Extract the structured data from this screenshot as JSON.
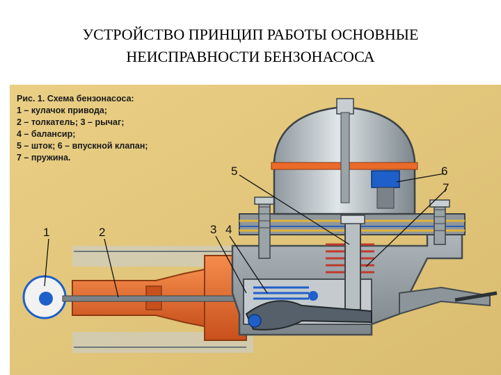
{
  "title": {
    "line1": "УСТРОЙСТВО ПРИНЦИП РАБОТЫ ОСНОВНЫЕ",
    "line2": "НЕИСПРАВНОСТИ БЕНЗОНАСОСА"
  },
  "figure": {
    "caption_lines": [
      "Рис. 1. Схема бензонасоса:",
      "1 – кулачок привода;",
      "2 – толкатель; 3 – рычаг;",
      "4 – балансир;",
      "5 – шток; 6 – впускной клапан;",
      "7 – пружина."
    ],
    "callouts": [
      "1",
      "2",
      "3",
      "4",
      "5",
      "6",
      "7"
    ]
  },
  "colors": {
    "background": "#ffffff",
    "diagram_bg": "#e3c77c",
    "body_grey": "#9aa3a8",
    "body_dark": "#5c6468",
    "dome": "#b9c2c7",
    "orange": "#ea6a2a",
    "blue": "#1f5fc9",
    "spring_red": "#c0392b"
  }
}
